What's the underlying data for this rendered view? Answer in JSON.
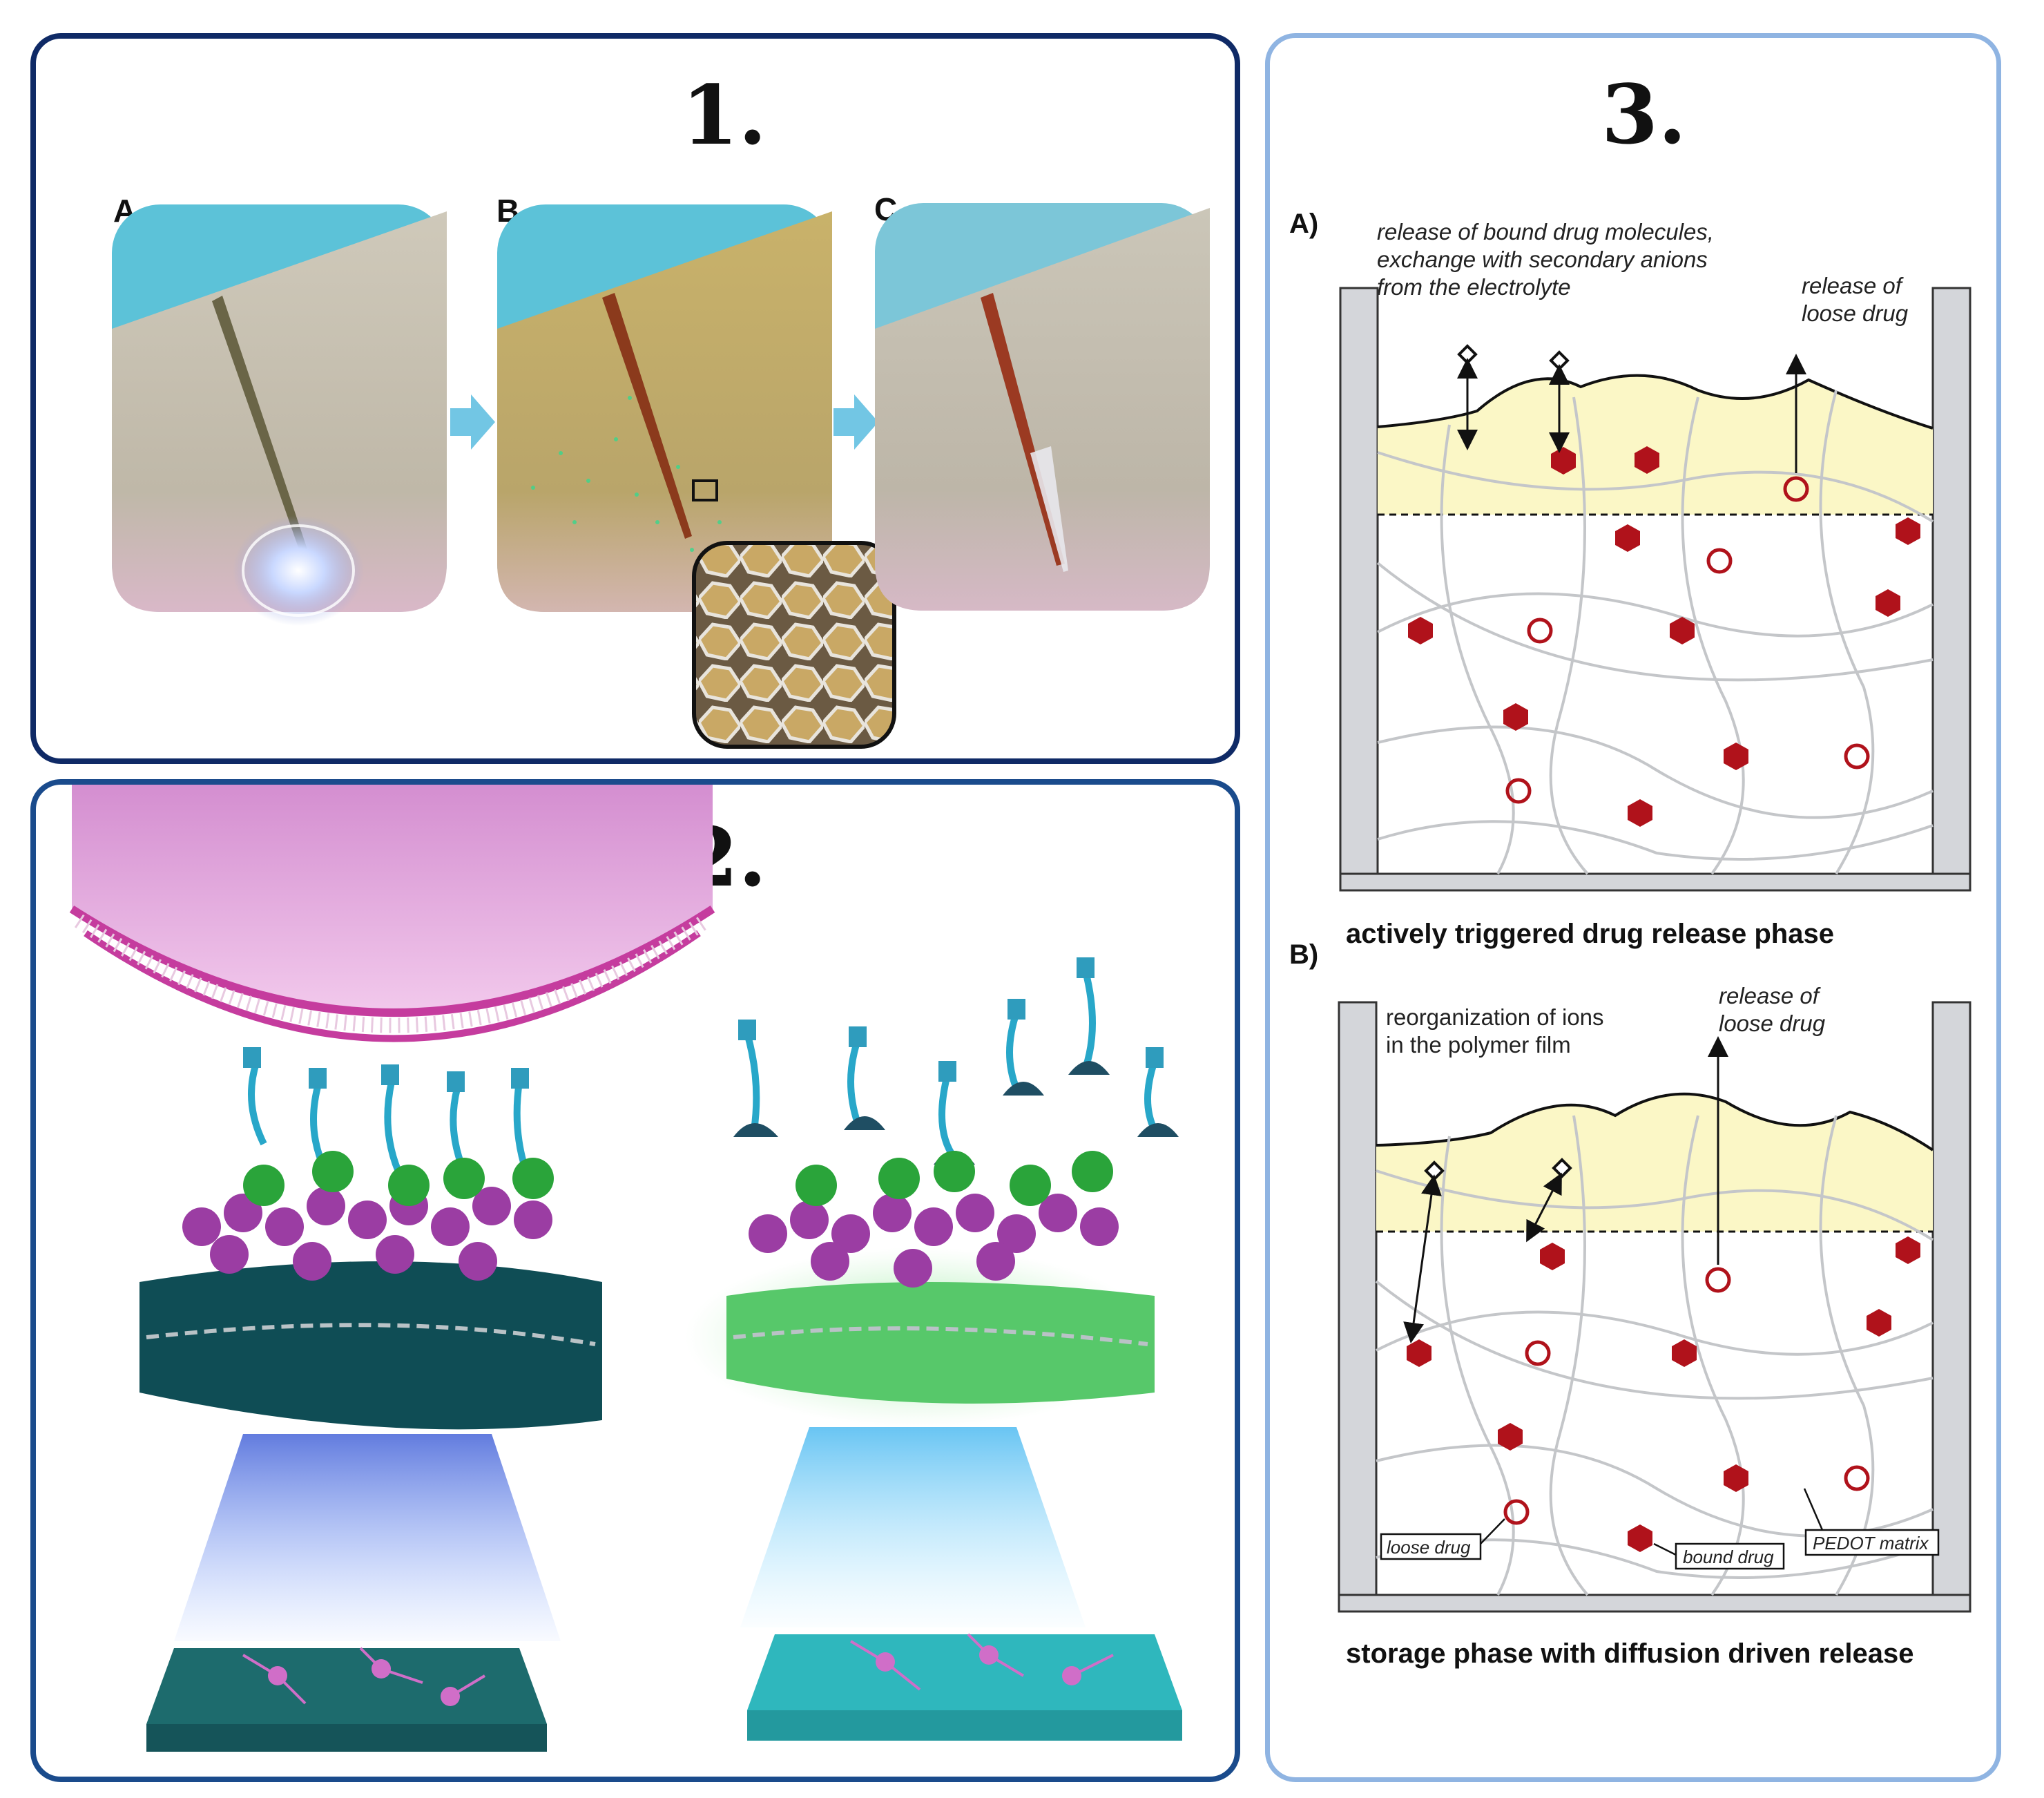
{
  "panels": [
    {
      "number": "1.",
      "subpanels": [
        "A",
        "B",
        "C"
      ]
    },
    {
      "number": "2."
    },
    {
      "number": "3.",
      "diagram_a": {
        "label": "A)",
        "annotation_exchange": [
          "release of bound drug molecules,",
          "exchange with secondary anions",
          "from the electrolyte"
        ],
        "annotation_loose": [
          "release of",
          "loose drug"
        ],
        "caption": "actively triggered drug release phase"
      },
      "diagram_b": {
        "label": "B)",
        "annotation_reorg": [
          "reorganization of ions",
          "in the polymer film"
        ],
        "annotation_loose": [
          "release of",
          "loose drug"
        ],
        "legend_loose": "loose drug",
        "legend_bound": "bound drug",
        "legend_matrix": "PEDOT matrix",
        "caption": "storage phase with diffusion driven release"
      }
    }
  ],
  "colors": {
    "panel1_border": "#0f2a66",
    "panel2_border": "#1a4b8c",
    "panel3_border": "#8fb4e2",
    "drug": "#b0121b",
    "electrolyte_layer": "#fbf7c6",
    "arrow_cyan": "#72c6e4"
  }
}
